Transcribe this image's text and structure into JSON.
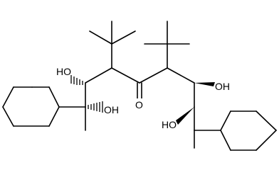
{
  "labels": {
    "oh_c2": "HO",
    "oh_c3": "OH",
    "carbonyl_o": "O",
    "oh_c7": "OH",
    "oh_c8": "HO"
  },
  "colors": {
    "ink": "#000000",
    "background": "#ffffff"
  }
}
